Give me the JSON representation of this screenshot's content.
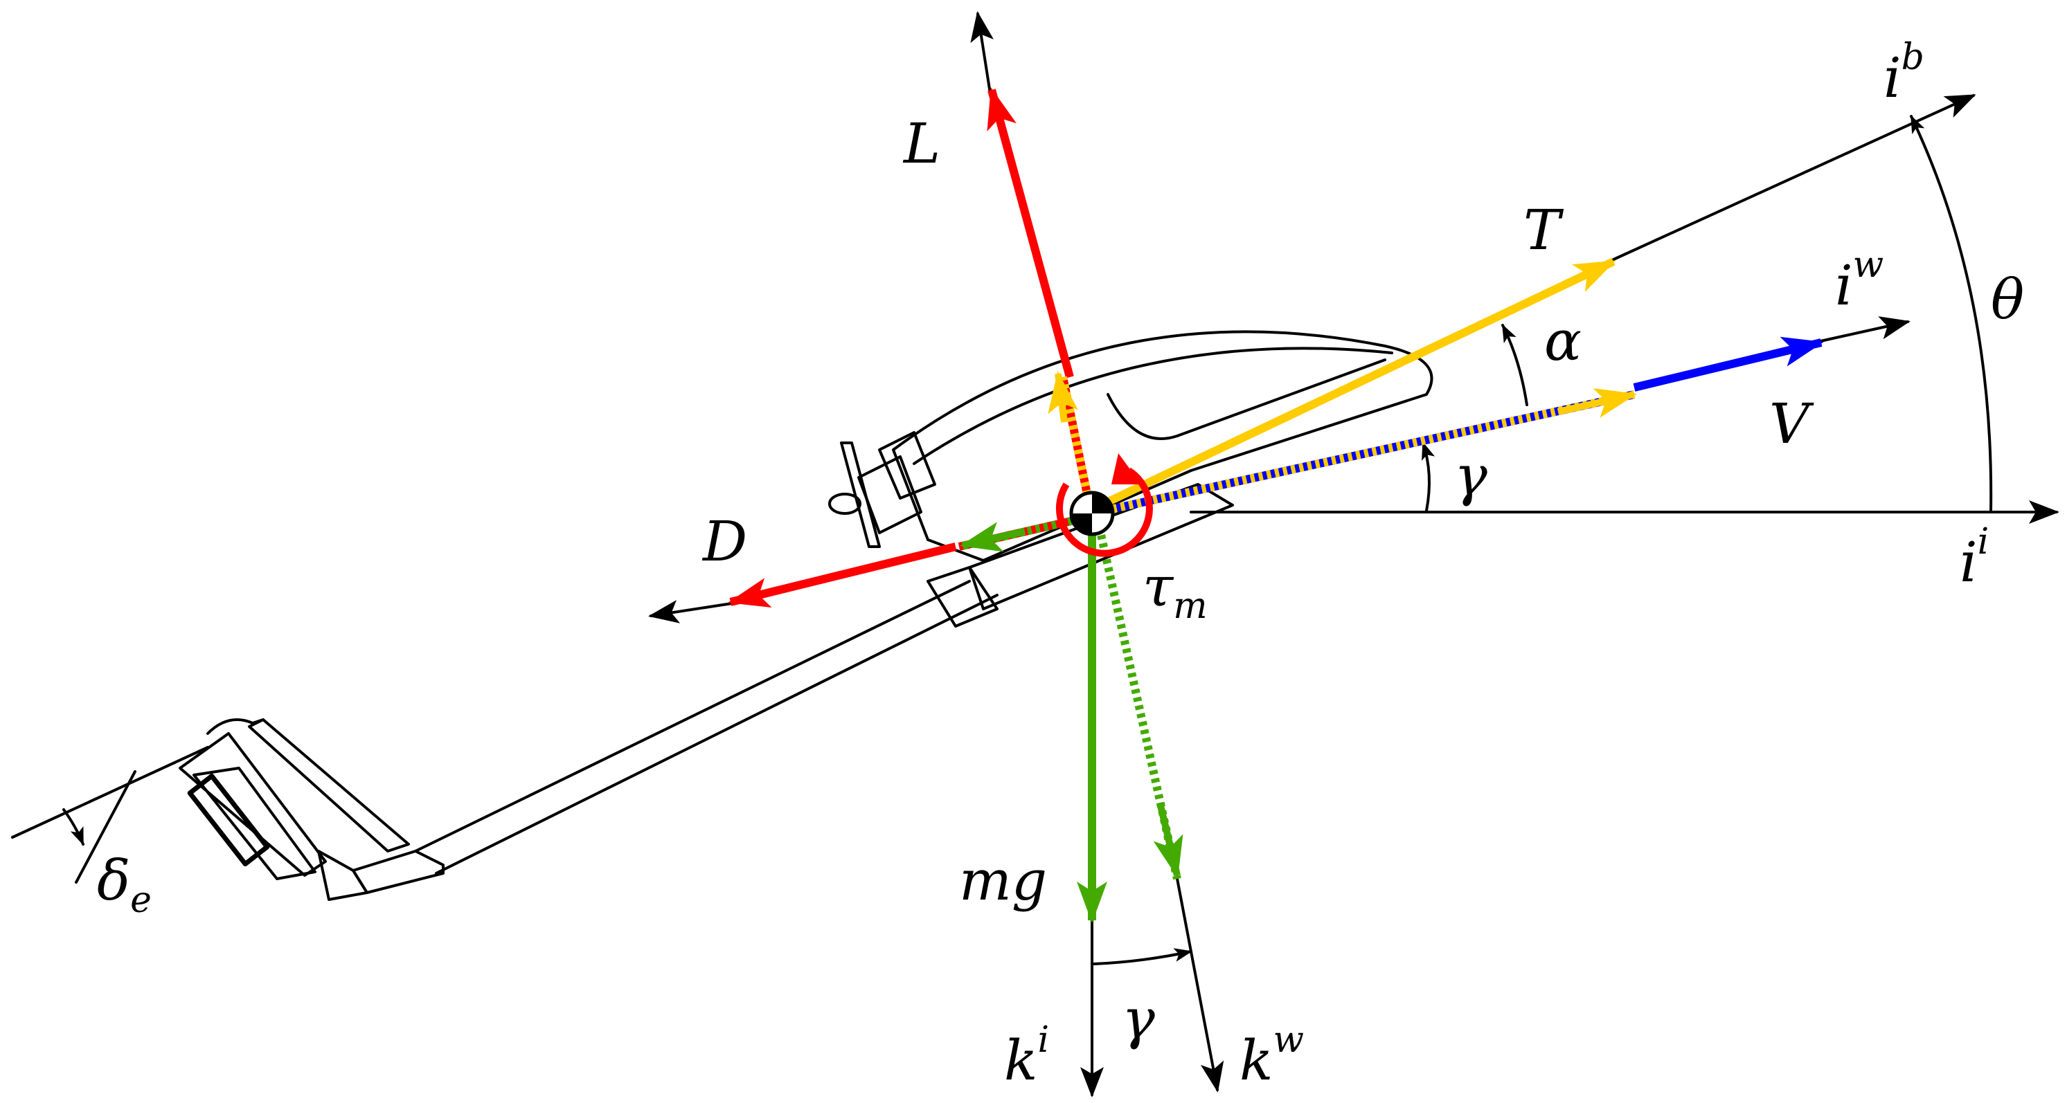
{
  "labels": {
    "lift": "L",
    "drag": "D",
    "thrust": "T",
    "velocity": "V",
    "weight": "mg",
    "moment": "τ",
    "moment_sub": "m",
    "alpha": "α",
    "gamma_upper": "γ",
    "gamma_lower": "γ",
    "theta": "θ",
    "elevator": "δ",
    "elevator_sub": "e",
    "ib": "i",
    "ib_sup": "b",
    "iw": "i",
    "iw_sup": "w",
    "ii": "i",
    "ii_sup": "i",
    "ki": "k",
    "ki_sup": "i",
    "kw": "k",
    "kw_sup": "w"
  },
  "colors": {
    "lift": "#ff0000",
    "drag": "#ff0000",
    "thrust": "#ffcc00",
    "velocity": "#0000ff",
    "weight": "#44aa00",
    "moment": "#ff0000",
    "axes": "#000000"
  },
  "icons": {
    "center_of_gravity": "cg-marker-icon",
    "moment_arrow": "curved-arrow-icon",
    "aircraft": "glider-outline-icon"
  }
}
